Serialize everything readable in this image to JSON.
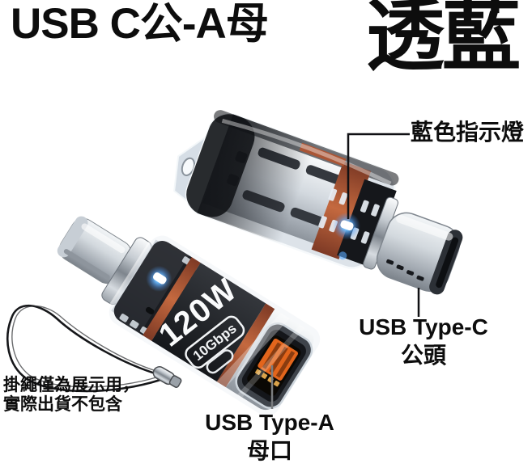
{
  "header": {
    "title_left": "USB C公-A母",
    "title_right": "透藍"
  },
  "annotations": {
    "indicator_light": "藍色指示燈",
    "type_c_line1": "USB Type-C",
    "type_c_line2": "公頭",
    "type_a_line1": "USB Type-A",
    "type_a_line2": "母口",
    "lanyard_note_line1": "掛繩僅為展示用，",
    "lanyard_note_line2": "實際出貨不包含"
  },
  "product": {
    "wattage_label": "120W",
    "speed_label": "10Gbps",
    "colors": {
      "text_black": "#0d0d0d",
      "accent_copper": "#c4693f",
      "port_orange": "#e2651c",
      "led_blue": "#57b8ff",
      "metal_silver": "#cfd5da",
      "shell_dark": "#17191e"
    }
  }
}
